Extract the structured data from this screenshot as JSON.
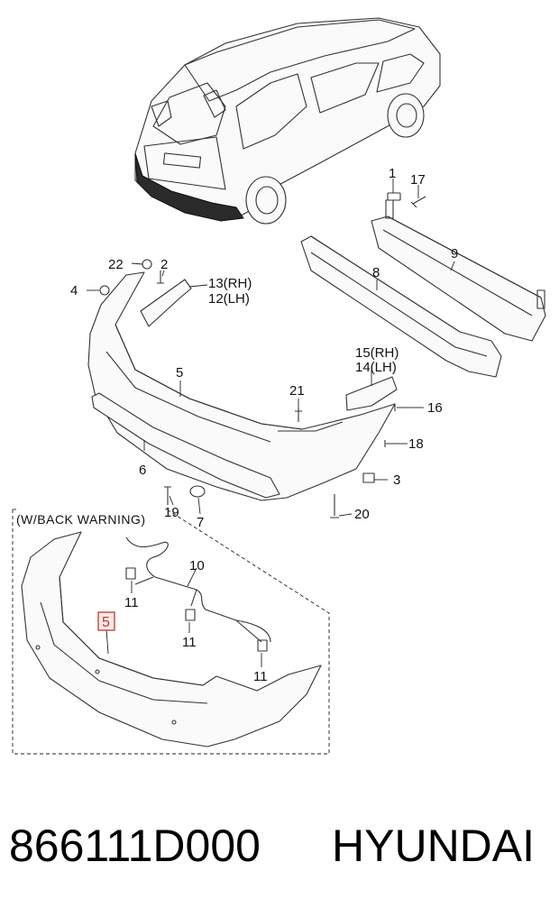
{
  "diagram": {
    "inset_title": "(W/BACK  WARNING)",
    "callouts": {
      "c1": "1",
      "c17": "17",
      "c22": "22",
      "c2": "2",
      "c4": "4",
      "c13": "13(RH)",
      "c12": "12(LH)",
      "c9": "9",
      "c8": "8",
      "c15": "15(RH)",
      "c14": "14(LH)",
      "c5": "5",
      "c21": "21",
      "c16": "16",
      "c18": "18",
      "c6": "6",
      "c3": "3",
      "c19": "19",
      "c7": "7",
      "c20": "20",
      "c10": "10",
      "c11a": "11",
      "c11b": "11",
      "c11c": "11",
      "c5_highlight": "5"
    }
  },
  "footer": {
    "part_number": "866111D000",
    "brand": "HYUNDAI"
  },
  "colors": {
    "highlight_box": "#c0392b",
    "line": "#333333",
    "background": "#ffffff"
  }
}
